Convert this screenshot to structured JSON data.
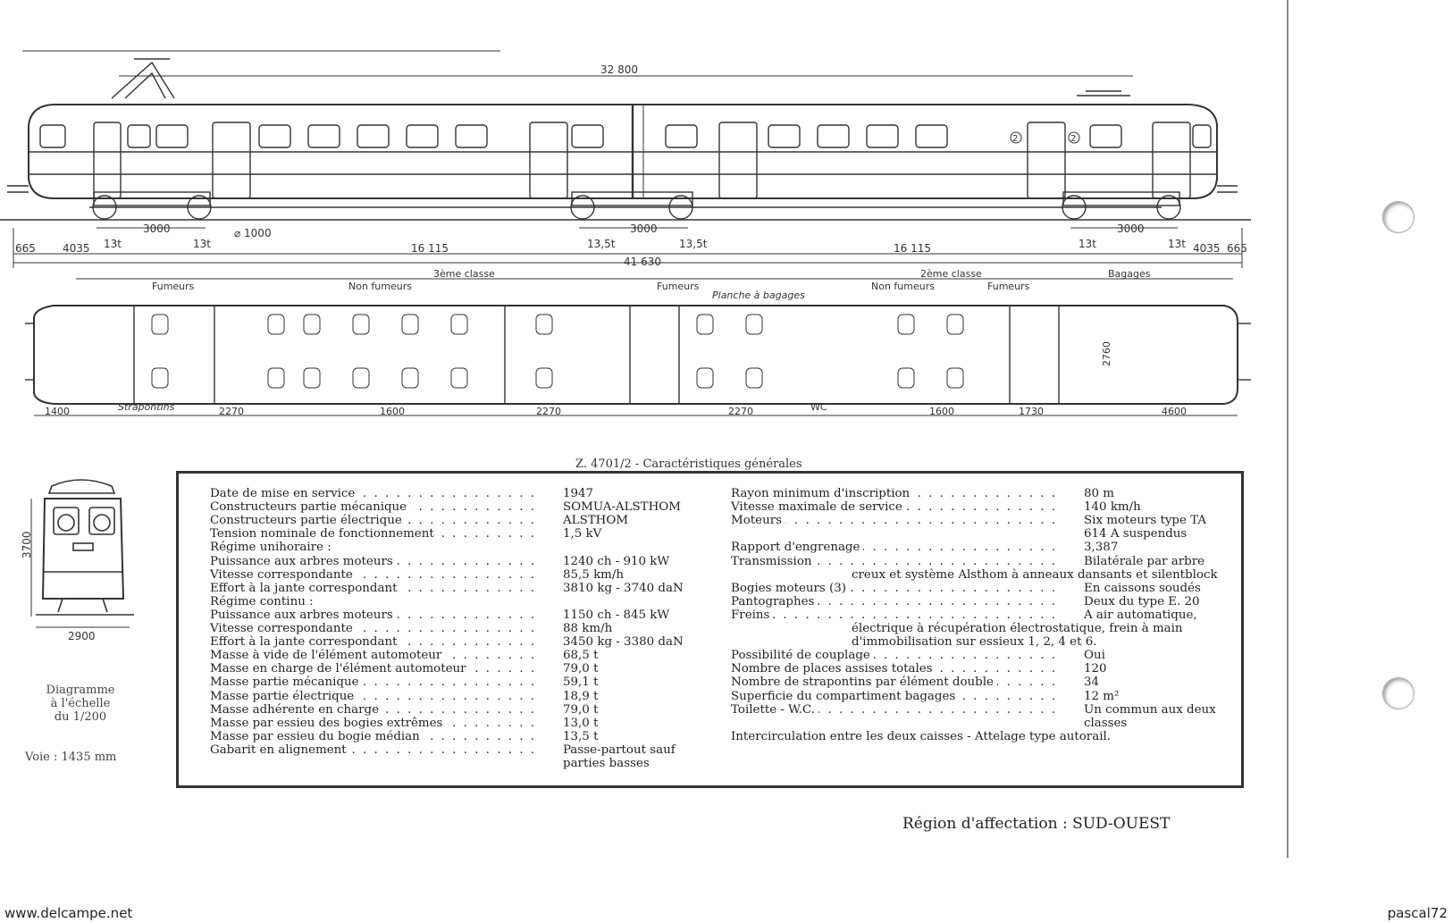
{
  "drawing": {
    "overall_length": "32 800",
    "track_dims": {
      "d665_left": "665",
      "d4035_left": "4035",
      "d16115_a": "16 115",
      "d41630": "41 630",
      "d16115_b": "16 115",
      "d4035_right": "4035",
      "d665_right": "665",
      "bogie1": "3000",
      "bogie2": "3000",
      "bogie3": "3000",
      "wheel_dia": "⌀ 1000",
      "axle_13_1": "13t",
      "axle_13_2": "13t",
      "axle_135_1": "13,5t",
      "axle_135_2": "13,5t",
      "axle_13_3": "13t",
      "axle_13_4": "13t"
    },
    "door_marks": [
      "2",
      "2"
    ],
    "zones": {
      "fumeurs1": "Fumeurs",
      "non_fumeurs1": "Non fumeurs",
      "classe3": "3ème classe",
      "fumeurs2": "Fumeurs",
      "classe2": "2ème classe",
      "non_fumeurs2": "Non fumeurs",
      "fumeurs3": "Fumeurs",
      "bagages": "Bagages"
    },
    "plan_labels": {
      "planche": "Planche à bagages",
      "strapontins": "Strapontins",
      "wc": "WC",
      "width": "2760"
    },
    "plan_dims": [
      "1400",
      "2270",
      "1600",
      "2270",
      "2270",
      "1600",
      "1730",
      "4600"
    ],
    "front_view": {
      "height": "3700",
      "width": "2900"
    }
  },
  "caption": {
    "diagramme": "Diagramme",
    "echelle": "à l'échelle",
    "scale": "du 1/200",
    "voie": "Voie : 1435 mm"
  },
  "specs_title": "Z. 4701/2 - Caractéristiques générales",
  "specs_left": [
    {
      "label": "Date de mise en service",
      "value": "1947"
    },
    {
      "label": "Constructeurs partie mécanique",
      "value": "SOMUA-ALSTHOM"
    },
    {
      "label": "Constructeurs partie électrique",
      "value": "ALSTHOM"
    },
    {
      "label": "Tension nominale de fonctionnement",
      "value": "1,5 kV"
    },
    {
      "label": "Régime unihoraire :",
      "value": ""
    },
    {
      "label": "Puissance aux arbres moteurs",
      "value": "1240 ch - 910 kW"
    },
    {
      "label": "Vitesse correspondante",
      "value": "85,5 km/h"
    },
    {
      "label": "Effort à la jante correspondant",
      "value": "3810 kg - 3740 daN"
    },
    {
      "label": "Régime continu :",
      "value": ""
    },
    {
      "label": "Puissance aux arbres moteurs",
      "value": "1150 ch - 845 kW"
    },
    {
      "label": "Vitesse correspondante",
      "value": "88 km/h"
    },
    {
      "label": "Effort à la jante correspondant",
      "value": "3450 kg - 3380 daN"
    },
    {
      "label": "Masse à vide de l'élément automoteur",
      "value": "68,5 t"
    },
    {
      "label": "Masse en charge de l'élément automoteur",
      "value": "79,0 t"
    },
    {
      "label": "Masse partie mécanique",
      "value": "59,1 t"
    },
    {
      "label": "Masse partie électrique",
      "value": "18,9 t"
    },
    {
      "label": "Masse adhérente en charge",
      "value": "79,0 t"
    },
    {
      "label": "Masse par essieu des bogies extrêmes",
      "value": "13,0 t"
    },
    {
      "label": "Masse par essieu du bogie médian",
      "value": "13,5 t"
    },
    {
      "label": "Gabarit en alignement",
      "value": "Passe-partout sauf"
    },
    {
      "label": "",
      "value": "parties basses"
    }
  ],
  "specs_right": [
    {
      "label": "Rayon minimum d'inscription",
      "value": "80 m"
    },
    {
      "label": "Vitesse maximale de service",
      "value": "140 km/h"
    },
    {
      "label": "Moteurs",
      "value": "Six moteurs type TA"
    },
    {
      "label": "",
      "value": "614 A suspendus"
    },
    {
      "label": "Rapport d'engrenage",
      "value": "3,387"
    },
    {
      "label": "Transmission",
      "value": "Bilatérale par arbre"
    },
    {
      "label": "",
      "value": "creux et système Alsthom à anneaux dansants et silentblock"
    },
    {
      "label": "Bogies moteurs (3)",
      "value": "En caissons soudés"
    },
    {
      "label": "Pantographes",
      "value": "Deux du type E. 20"
    },
    {
      "label": "Freins",
      "value": "A air automatique,"
    },
    {
      "label": "",
      "value": "électrique à récupération électrostatique, frein à main"
    },
    {
      "label": "",
      "value": "d'immobilisation sur essieux 1, 2, 4 et 6."
    },
    {
      "label": "Possibilité de couplage",
      "value": "Oui"
    },
    {
      "label": "Nombre de places assises totales",
      "value": "120"
    },
    {
      "label": "Nombre de strapontins par élément double",
      "value": "34"
    },
    {
      "label": "Superficie du compartiment bagages",
      "value": "12 m²"
    },
    {
      "label": "Toilette - W.C.",
      "value": "Un commun aux deux"
    },
    {
      "label": "",
      "value": "classes"
    },
    {
      "label": "Intercirculation entre les deux caisses - Attelage type autorail.",
      "value": ""
    }
  ],
  "region": "Région d'affectation : SUD-OUEST",
  "footer": {
    "left": "www.delcampe.net",
    "right": "pascal72"
  }
}
